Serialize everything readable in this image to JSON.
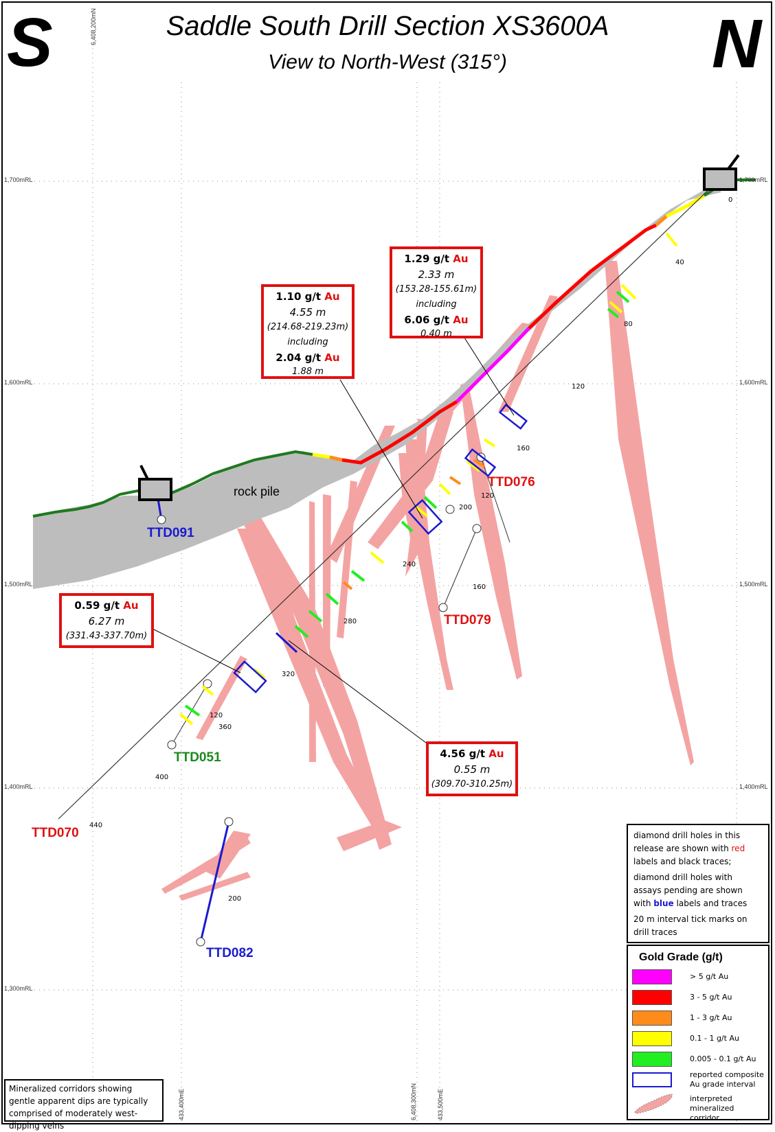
{
  "title": "Saddle South Drill Section XS3600A",
  "subtitle": "View to North-West (315°)",
  "compass": {
    "left": "S",
    "right": "N"
  },
  "grid": {
    "rl_labels": [
      "1,700mRL",
      "1,600mRL",
      "1,500mRL",
      "1,400mRL",
      "1,300mRL"
    ],
    "top_coord": "6,408,200mN",
    "bottom_coords": [
      "433,400mE",
      "6,408,300mN",
      "433,500mE"
    ]
  },
  "terrain_label": "rock pile",
  "holes": {
    "ttd091": "TTD091",
    "ttd076": "TTD076",
    "ttd079": "TTD079",
    "ttd051": "TTD051",
    "ttd070": "TTD070",
    "ttd082": "TTD082"
  },
  "depth_ticks": {
    "t0": "0",
    "t40": "40",
    "t80": "80",
    "t120": "120",
    "t160": "160",
    "t200": "200",
    "t240": "240",
    "t280": "280",
    "t320": "320",
    "t360": "360",
    "t400": "400",
    "t440": "440",
    "ttd076_120": "120",
    "ttd079_160": "160",
    "ttd076_200": "200",
    "ttd051_120": "120",
    "ttd082_200": "200"
  },
  "callouts": {
    "c1": {
      "grade": "1.29 g/t",
      "au": "Au",
      "width": "2.33 m",
      "range": "(153.28-155.61m)",
      "including": "including",
      "grade2": "6.06 g/t",
      "au2": "Au",
      "width2": "0.40 m"
    },
    "c2": {
      "grade": "1.10 g/t",
      "au": "Au",
      "width": "4.55 m",
      "range": "(214.68-219.23m)",
      "including": "including",
      "grade2": "2.04 g/t",
      "au2": "Au",
      "width2": "1.88 m"
    },
    "c3": {
      "grade": "0.59 g/t",
      "au": "Au",
      "width": "6.27 m",
      "range": "(331.43-337.70m)"
    },
    "c4": {
      "grade": "4.56 g/t",
      "au": "Au",
      "width": "0.55 m",
      "range": "(309.70-310.25m)"
    }
  },
  "notes": {
    "n1a": "diamond drill holes in this release are shown with",
    "n1b": "red",
    "n1c": "labels and black traces;",
    "n2a": "diamond drill holes with assays pending are shown with",
    "n2b": "blue",
    "n2c": "labels and traces",
    "n3": "20 m interval tick marks on drill traces"
  },
  "legend": {
    "title": "Gold Grade (g/t)",
    "items": [
      {
        "label": "> 5 g/t Au",
        "color": "#ff00ff"
      },
      {
        "label": "3 - 5 g/t Au",
        "color": "#ff0000"
      },
      {
        "label": "1 - 3 g/t Au",
        "color": "#ff8c1a"
      },
      {
        "label": "0.1 - 1 g/t Au",
        "color": "#ffff00"
      },
      {
        "label": "0.005 - 0.1 g/t Au",
        "color": "#22ee22"
      }
    ],
    "composite": "reported composite Au grade interval",
    "corridor": "interpreted mineralized corridor"
  },
  "footnote": "Mineralized corridors showing gentle apparent dips are typically comprised of moderately west-dipping veins",
  "colors": {
    "corridor": "#f4a3a3",
    "rock": "#bdbdbd",
    "surface_green": "#1e7a1e",
    "accent_red": "#e01010",
    "accent_blue": "#1a1ad0"
  }
}
